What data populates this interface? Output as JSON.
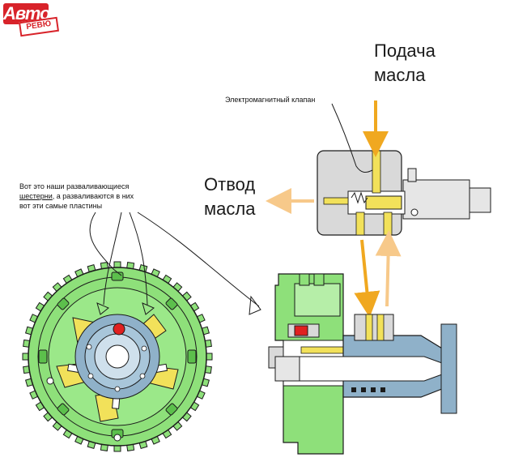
{
  "logo": {
    "main": "Авто",
    "sub": "РЕВЮ"
  },
  "labels": {
    "oil_supply": "Подача\nмасла",
    "oil_drain": "Отвод\nмасла",
    "solenoid_valve": "Электромагнитный клапан"
  },
  "note": {
    "line1": "Вот это наши разваливающиеся",
    "line2_underlined": "шестерни",
    "line2_rest": ", а разваливаются в них",
    "line3": "вот эти самые пластины"
  },
  "colors": {
    "green": "#8ee07a",
    "green_dark": "#5cbf4c",
    "yellow": "#f2e15a",
    "orange": "#f0a820",
    "outline": "#1b1b1b",
    "grey": "#d9d9d9",
    "blue_grey": "#8fb1c9",
    "red": "#e02020"
  }
}
